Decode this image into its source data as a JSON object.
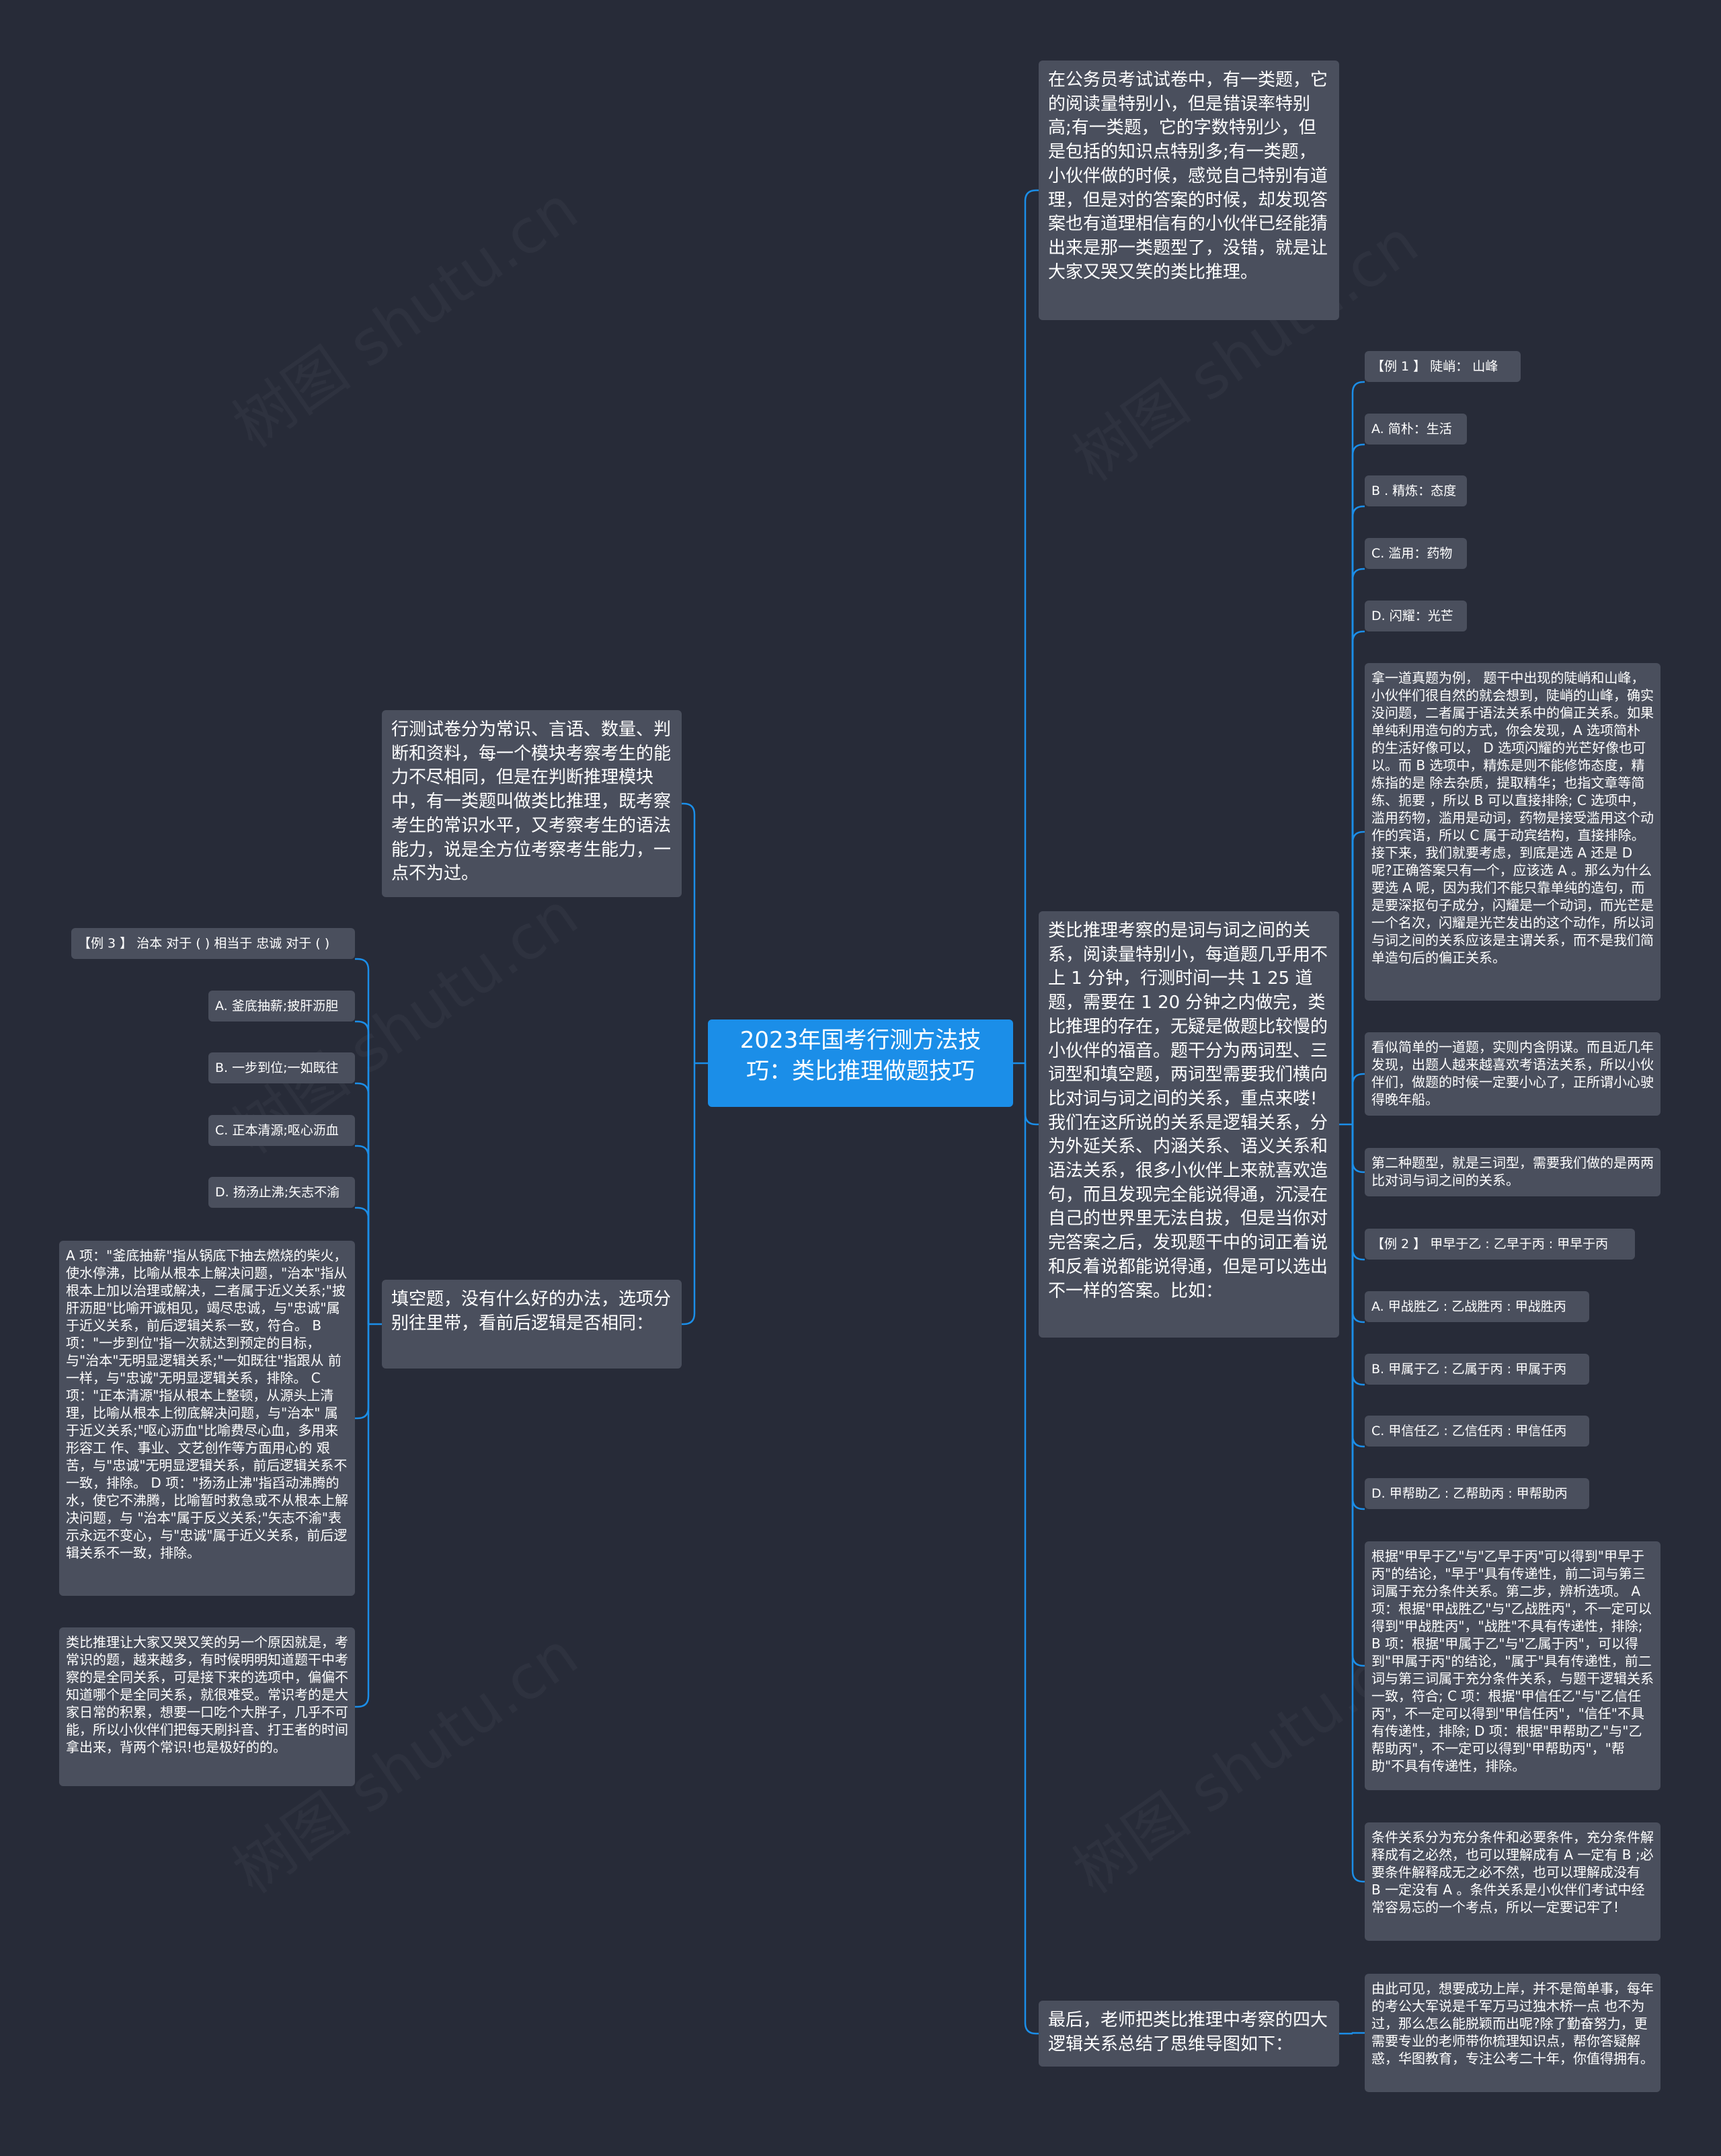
{
  "root": "2023年国考行测方法技巧：类比推理做题技巧",
  "right": {
    "intro": "在公务员考试试卷中，有一类题，它的阅读量特别小，但是错误率特别高;有一类题，它的字数特别少，但是包括的知识点特别多;有一类题，小伙伴做的时候，感觉自己特别有道理，但是对的答案的时候，却发现答案也有道理相信有的小伙伴已经能猜出来是那一类题型了，没错，就是让大家又哭又笑的类比推理。",
    "main": "类比推理考察的是词与词之间的关系，阅读量特别小，每道题几乎用不上 1 分钟，行测时间一共 1 25 道题，需要在 1 20 分钟之内做完，类比推理的存在，无疑是做题比较慢的小伙伴的福音。题干分为两词型、三词型和填空题，两词型需要我们横向比对词与词之间的关系，重点来喽!我们在这所说的关系是逻辑关系，分为外延关系、内涵关系、语义关系和语法关系，很多小伙伴上来就喜欢造句，而且发现完全能说得通，沉浸在自己的世界里无法自拔，但是当你对完答案之后，发现题干中的词正着说和反着说都能说得通，但是可以选出不一样的答案。比如：",
    "main_children": [
      "【例 1 】 陡峭： 山峰",
      "A. 简朴：生活",
      "B . 精炼：态度",
      "C. 滥用：药物",
      "D. 闪耀：光芒",
      "拿一道真题为例， 题干中出现的陡峭和山峰，小伙伴们很自然的就会想到，陡峭的山峰，确实没问题，二者属于语法关系中的偏正关系。如果单纯利用造句的方式，你会发现，A 选项简朴的生活好像可以， D 选项闪耀的光芒好像也可以。而 B 选项中，精炼是则不能修饰态度，精炼指的是 除去杂质，提取精华；也指文章等简练、扼要 ，所以 B 可以直接排除; C 选项中，滥用药物，滥用是动词，药物是接受滥用这个动作的宾语，所以 C 属于动宾结构，直接排除。接下来，我们就要考虑，到底是选 A 还是 D 呢?正确答案只有一个，应该选 A 。那么为什么要选 A 呢，因为我们不能只靠单纯的造句，而是要深抠句子成分，闪耀是一个动词，而光芒是一个名次，闪耀是光芒发出的这个动作，所以词与词之间的关系应该是主谓关系，而不是我们简单造句后的偏正关系。",
      "看似简单的一道题，实则内含阴谋。而且近几年发现，出题人越来越喜欢考语法关系，所以小伙伴们，做题的时候一定要小心了，正所谓小心驶得晚年船。",
      "第二种题型，就是三词型，需要我们做的是两两比对词与词之间的关系。",
      "【例 2 】 甲早于乙 : 乙早于丙 : 甲早于丙",
      "A. 甲战胜乙 : 乙战胜丙 : 甲战胜丙",
      "B. 甲属于乙 : 乙属于丙 : 甲属于丙",
      "C. 甲信任乙 : 乙信任丙 : 甲信任丙",
      "D. 甲帮助乙 : 乙帮助丙 : 甲帮助丙",
      "根据\"甲早于乙\"与\"乙早于丙\"可以得到\"甲早于丙\"的结论，\"早于\"具有传递性，前二词与第三词属于充分条件关系。第二步，辨析选项。 A 项：根据\"甲战胜乙\"与\"乙战胜丙\"，不一定可以得到\"甲战胜丙\"，\"战胜\"不具有传递性，排除; B 项：根据\"甲属于乙\"与\"乙属于丙\"，可以得到\"甲属于丙\"的结论，\"属于\"具有传递性，前二词与第三词属于充分条件关系，与题干逻辑关系一致，符合; C 项：根据\"甲信任乙\"与\"乙信任丙\"，不一定可以得到\"甲信任丙\"，\"信任\"不具有传递性，排除; D 项：根据\"甲帮助乙\"与\"乙帮助丙\"，不一定可以得到\"甲帮助丙\"，\"帮助\"不具有传递性，排除。",
      "条件关系分为充分条件和必要条件，充分条件解释成有之必然，也可以理解成有 A 一定有 B ;必要条件解释成无之必不然，也可以理解成没有 B 一定没有 A 。条件关系是小伙伴们考试中经常容易忘的一个考点，所以一定要记牢了!"
    ],
    "last": "最后，老师把类比推理中考察的四大逻辑关系总结了思维导图如下：",
    "last_child": "由此可见，想要成功上岸，并不是简单事，每年的考公大军说是千军万马过独木桥一点 也不为过，那么怎么能脱颖而出呢?除了勤奋努力，更需要专业的老师带你梳理知识点，帮你答疑解惑，华图教育，专注公考二十年，你值得拥有。"
  },
  "left": {
    "top": "行测试卷分为常识、言语、数量、判断和资料，每一个模块考察考生的能力不尽相同，但是在判断推理模块中，有一类题叫做类比推理，既考察考生的常识水平，又考察考生的语法能力，说是全方位考察考生能力，一点不为过。",
    "fill": "填空题，没有什么好的办法，选项分别往里带，看前后逻辑是否相同：",
    "fill_children": [
      "【例 3 】 治本 对于 ( ) 相当于 忠诚 对于 ( )",
      "A. 釜底抽薪;披肝沥胆",
      "B. 一步到位;一如既往",
      "C. 正本清源;呕心沥血",
      "D. 扬汤止沸;矢志不渝",
      "A 项：\"釜底抽薪\"指从锅底下抽去燃烧的柴火，使水停沸，比喻从根本上解决问题，\"治本\"指从根本上加以治理或解决，二者属于近义关系;\"披肝沥胆\"比喻开诚相见，竭尽忠诚，与\"忠诚\"属于近义关系，前后逻辑关系一致，符合。 B 项：\"一步到位\"指一次就达到预定的目标，与\"治本\"无明显逻辑关系;\"一如既往\"指跟从 前一样，与\"忠诚\"无明显逻辑关系，排除。 C 项：\"正本清源\"指从根本上整顿，从源头上清理，比喻从根本上彻底解决问题，与\"治本\" 属于近义关系;\"呕心沥血\"比喻费尽心血，多用来形容工 作、事业、文艺创作等方面用心的 艰苦，与\"忠诚\"无明显逻辑关系，前后逻辑关系不一致，排除。 D 项：\"扬汤止沸\"指舀动沸腾的水，使它不沸腾，比喻暂时救急或不从根本上解决问题，与 \"治本\"属于反义关系;\"矢志不渝\"表示永远不变心，与\"忠诚\"属于近义关系，前后逻辑关系不一致，排除。",
      "类比推理让大家又哭又笑的另一个原因就是，考常识的题，越来越多，有时候明明知道题干中考察的是全同关系，可是接下来的选项中，偏偏不知道哪个是全同关系，就很难受。常识考的是大家日常的积累，想要一口吃个大胖子，几乎不可能，所以小伙伴们把每天刷抖音、打王者的时间拿出来，背两个常识!也是极好的的。"
    ]
  },
  "watermark": "树图 shutu.cn",
  "colors": {
    "background": "#272b38",
    "node": "#4a4f5d",
    "root": "#1b8ee8",
    "edge": "#1b8ee8"
  }
}
